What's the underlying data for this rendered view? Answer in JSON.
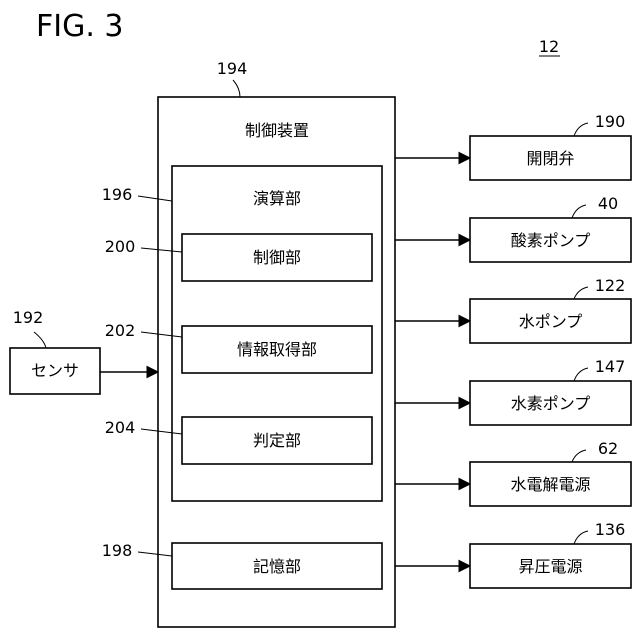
{
  "figure": {
    "title": "FIG. 3",
    "ref": "12"
  },
  "sensor": {
    "ref": "192",
    "label": "センサ"
  },
  "control_device": {
    "ref": "194",
    "label": "制御装置",
    "arithmetic_unit": {
      "ref": "196",
      "label": "演算部",
      "control_unit": {
        "ref": "200",
        "label": "制御部"
      },
      "info_acquisition_unit": {
        "ref": "202",
        "label": "情報取得部"
      },
      "judgment_unit": {
        "ref": "204",
        "label": "判定部"
      }
    },
    "storage_unit": {
      "ref": "198",
      "label": "記憶部"
    }
  },
  "outputs": [
    {
      "ref": "190",
      "label": "開閉弁"
    },
    {
      "ref": "40",
      "label": "酸素ポンプ"
    },
    {
      "ref": "122",
      "label": "水ポンプ"
    },
    {
      "ref": "147",
      "label": "水素ポンプ"
    },
    {
      "ref": "62",
      "label": "水電解電源"
    },
    {
      "ref": "136",
      "label": "昇圧電源"
    }
  ]
}
